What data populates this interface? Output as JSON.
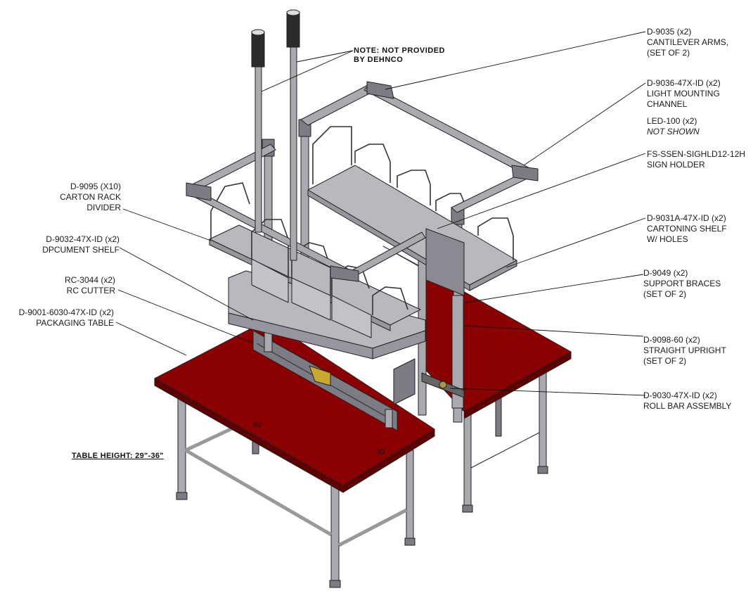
{
  "callouts_right": [
    {
      "id": "cantilever",
      "lines": [
        "D-9035 (x2)",
        "CANTILEVER ARMS,",
        "(SET OF 2)"
      ]
    },
    {
      "id": "light-channel",
      "lines": [
        "D-9036-47X-ID (x2)",
        "LIGHT MOUNTING",
        "CHANNEL"
      ]
    },
    {
      "id": "led",
      "lines": [
        "LED-100 (x2)"
      ],
      "italic_line": "NOT SHOWN"
    },
    {
      "id": "sign-holder",
      "lines": [
        "FS-SSEN-SIGHLD12-12H",
        "SIGN HOLDER"
      ]
    },
    {
      "id": "cartoning-shelf",
      "lines": [
        "D-9031A-47X-ID (x2)",
        "CARTONING SHELF",
        "W/ HOLES"
      ]
    },
    {
      "id": "support-braces",
      "lines": [
        "D-9049 (x2)",
        "SUPPORT BRACES",
        "(SET OF 2)"
      ]
    },
    {
      "id": "upright",
      "lines": [
        "D-9098-60 (x2)",
        "STRAIGHT UPRIGHT",
        "(SET OF 2)"
      ]
    },
    {
      "id": "roll-bar",
      "lines": [
        "D-9030-47X-ID (x2)",
        "ROLL BAR ASSEMBLY"
      ]
    }
  ],
  "callouts_left": [
    {
      "id": "divider",
      "lines": [
        "D-9095 (X10)",
        "CARTON RACK",
        "DIVIDER"
      ]
    },
    {
      "id": "document-shelf",
      "lines": [
        "D-9032-47X-ID (x2)",
        "DPCUMENT SHELF"
      ]
    },
    {
      "id": "rc-cutter",
      "lines": [
        "RC-3044 (x2)",
        "RC CUTTER"
      ]
    },
    {
      "id": "packaging-table",
      "lines": [
        "D-9001-6030-47X-ID (x2)",
        "PACKAGING TABLE"
      ]
    }
  ],
  "note": {
    "lines": [
      "NOTE: NOT PROVIDED",
      "BY DEHNCO"
    ]
  },
  "table_height": "TABLE HEIGHT: 29\"-36\"",
  "dimensions": {
    "length": "60",
    "width": "30"
  },
  "colors": {
    "tabletop": "#8b0000",
    "tabletop_edge": "#5c0000",
    "steel": "#a7a7ad",
    "steel_dark": "#77777e",
    "shelf": "#b4b4ba",
    "outline": "#222222"
  }
}
